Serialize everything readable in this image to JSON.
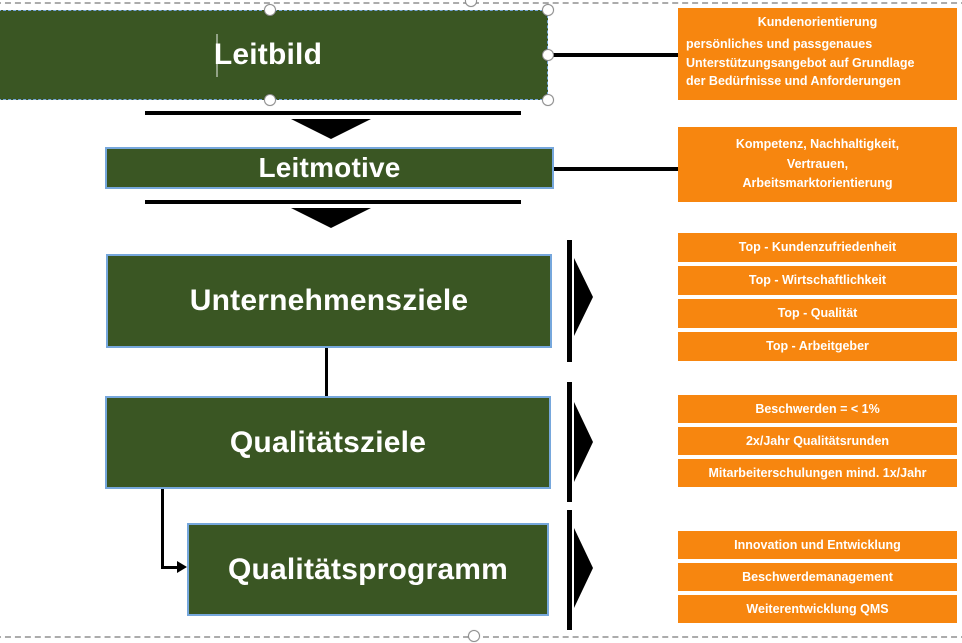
{
  "colors": {
    "box_green": "#3A5623",
    "panel_orange": "#F7860F",
    "selection_blue": "#76A7DC",
    "connector_black": "#000000",
    "dash_gray": "#ACACAC"
  },
  "shapes": {
    "leitbild": "Leitbild",
    "leitmotive": "Leitmotive",
    "unternehmensziele": "Unternehmensziele",
    "qualitaetsziele": "Qualitätsziele",
    "qualitaetsprogramm": "Qualitätsprogramm"
  },
  "panels": {
    "leitbild": {
      "title": "Kundenorientierung",
      "lines": [
        "persönliches und passgenaues",
        "Unterstützungsangebot auf Grundlage",
        "der Bedürfnisse und Anforderungen"
      ]
    },
    "leitmotive": {
      "lines": [
        "Kompetenz, Nachhaltigkeit,",
        "Vertrauen,",
        "Arbeitsmarktorientierung"
      ]
    },
    "unternehmensziele": [
      "Top - Kundenzufriedenheit",
      "Top - Wirtschaftlichkeit",
      "Top - Qualität",
      "Top - Arbeitgeber"
    ],
    "qualitaetsziele": [
      "Beschwerden = < 1%",
      "2x/Jahr Qualitätsrunden",
      "Mitarbeiterschulungen mind. 1x/Jahr"
    ],
    "qualitaetsprogramm": [
      "Innovation und Entwicklung",
      "Beschwerdemanagement",
      "Weiterentwicklung QMS"
    ]
  }
}
